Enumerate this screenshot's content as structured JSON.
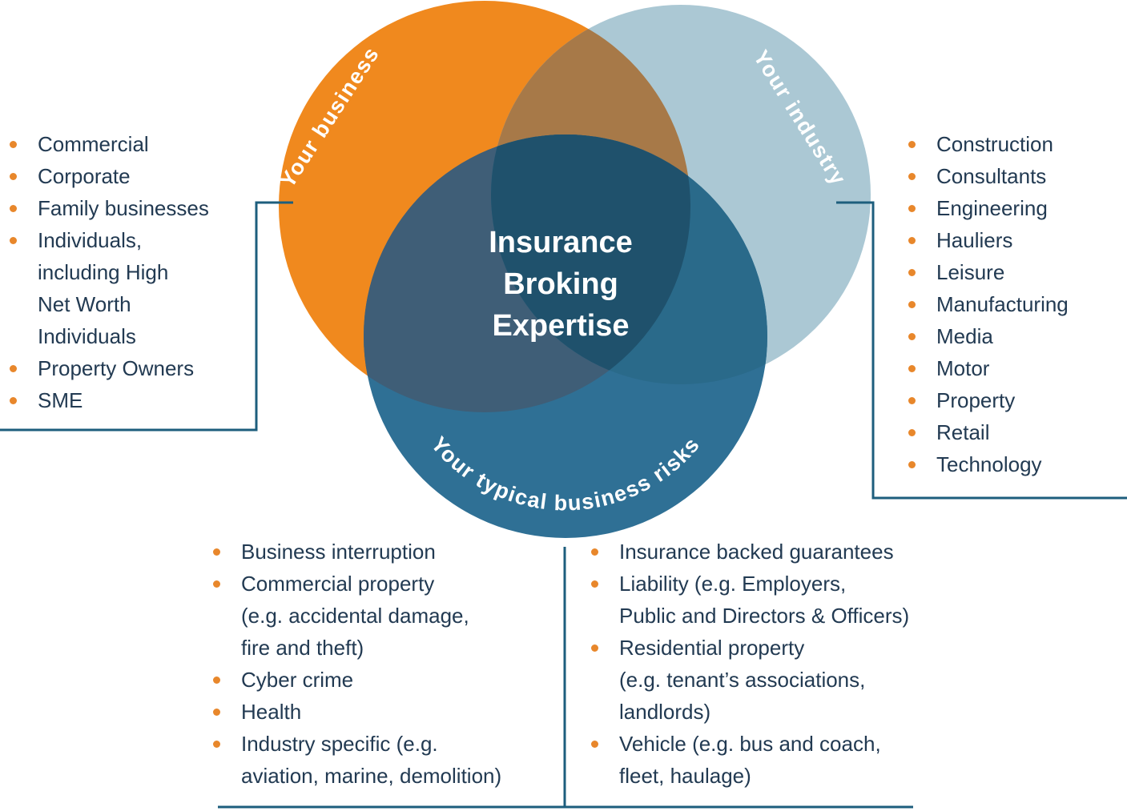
{
  "venn": {
    "center_label_lines": [
      "Insurance",
      "Broking",
      "Expertise"
    ],
    "sets": {
      "business": {
        "label": "Your business"
      },
      "industry": {
        "label": "Your industry"
      },
      "risks": {
        "label": "Your typical business risks"
      }
    }
  },
  "lists": {
    "business": [
      "Commercial",
      "Corporate",
      "Family businesses",
      "Individuals,\nincluding High\nNet Worth\nIndividuals",
      "Property Owners",
      "SME"
    ],
    "industry": [
      "Construction",
      "Consultants",
      "Engineering",
      "Hauliers",
      "Leisure",
      "Manufacturing",
      "Media",
      "Motor",
      "Property",
      "Retail",
      "Technology"
    ],
    "risks_left": [
      "Business interruption",
      "Commercial property\n(e.g. accidental damage,\nfire and theft)",
      "Cyber crime",
      "Health",
      "Industry specific (e.g.\naviation, marine, demolition)"
    ],
    "risks_right": [
      "Insurance backed guarantees",
      "Liability (e.g. Employers,\nPublic and Directors & Officers)",
      "Residential property\n(e.g. tenant’s associations,\nlandlords)",
      "Vehicle (e.g. bus and coach,\nfleet, haulage)"
    ]
  },
  "colors": {
    "circle_business": "#F0891E",
    "circle_industry": "#ABC8D4",
    "circle_risks": "#2F7095",
    "overlap_business_industry": "#A77948",
    "overlap_business_risks": "#3F5E77",
    "overlap_industry_risks": "#2A6A8A",
    "overlap_all": "#1F516C",
    "connector_line": "#1D5E7D",
    "bullet": "#E8872B",
    "list_text": "#223A52",
    "label_text": "#FFFFFF"
  }
}
